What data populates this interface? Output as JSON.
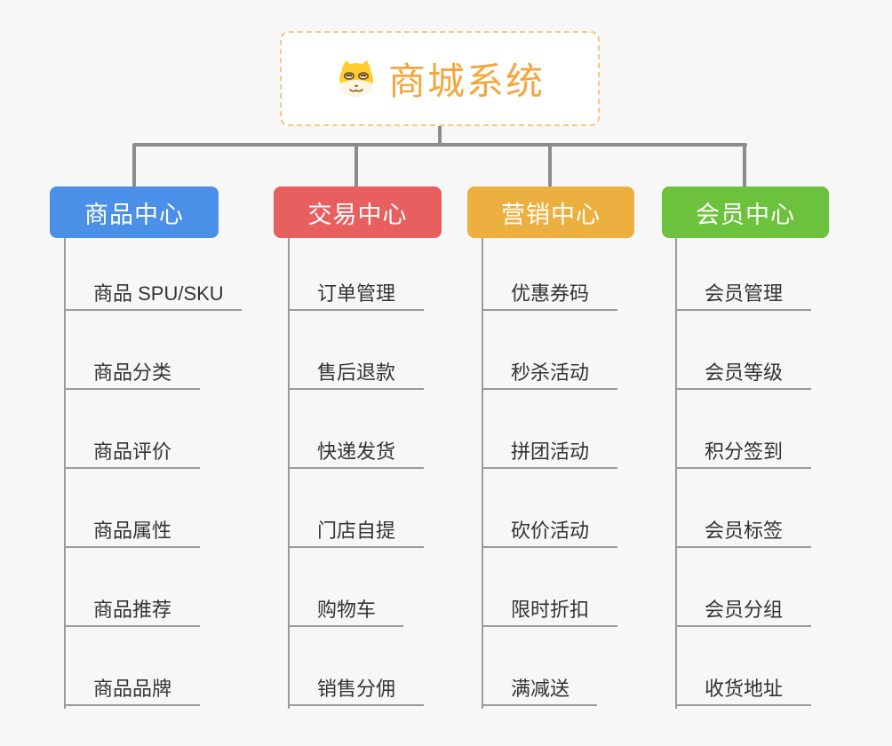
{
  "title": "商城系统脑图",
  "background_color": "#f7f7f7",
  "connector_color": "#8c8c8c",
  "root": {
    "label": "商城系统",
    "icon": "dog-face-icon",
    "text_color": "#f3a73e",
    "border_color": "#f6c97f"
  },
  "branches": [
    {
      "label": "商品中心",
      "color": "#4a8fe8",
      "children": [
        "商品 SPU/SKU",
        "商品分类",
        "商品评价",
        "商品属性",
        "商品推荐",
        "商品品牌"
      ]
    },
    {
      "label": "交易中心",
      "color": "#e85f5f",
      "children": [
        "订单管理",
        "售后退款",
        "快递发货",
        "门店自提",
        "购物车",
        "销售分佣"
      ]
    },
    {
      "label": "营销中心",
      "color": "#ecb041",
      "children": [
        "优惠券码",
        "秒杀活动",
        "拼团活动",
        "砍价活动",
        "限时折扣",
        "满减送"
      ]
    },
    {
      "label": "会员中心",
      "color": "#6cc23c",
      "children": [
        "会员管理",
        "会员等级",
        "积分签到",
        "会员标签",
        "会员分组",
        "收货地址"
      ]
    }
  ]
}
